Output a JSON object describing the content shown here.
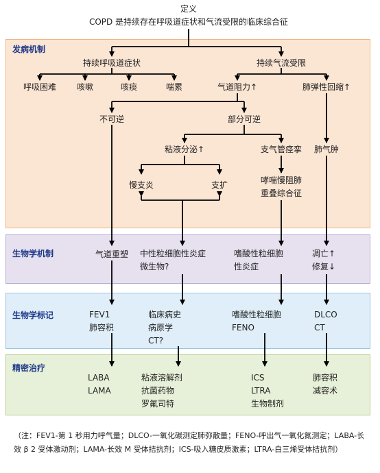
{
  "colors": {
    "mechanism_bg": "#fbe5d3",
    "mechanism_border": "#f2b482",
    "biochem_bg": "#e6e0ef",
    "biochem_border": "#b9aed3",
    "marker_bg": "#dfeef8",
    "marker_border": "#9cc3e2",
    "therapy_bg": "#e7f0d8",
    "therapy_border": "#b5cf8e",
    "label": "#1f3a8a"
  },
  "definition": {
    "title": "定义",
    "text": "COPD 是持续存在呼吸道症状和气流受限的临床综合征"
  },
  "sections": {
    "mechanism": "发病机制",
    "biochem": "生物学机制",
    "marker": "生物学标记",
    "therapy": "精密治疗"
  },
  "nodes": {
    "symptoms": "持续呼吸道症状",
    "airflow": "持续气流受限",
    "dyspnea": "呼吸困难",
    "cough": "咳嗽",
    "sputum": "咳痰",
    "wheeze": "喘累",
    "resistance": "气道阻力↑",
    "recoil": "肺弹性回缩↑",
    "irreversible": "不可逆",
    "partial": "部分可逆",
    "mucus": "粘液分泌↑",
    "spasm": "支气管痉挛",
    "emphysema": "肺气肿",
    "bronchitis": "慢支炎",
    "bronchiectasis": "支扩",
    "overlap": [
      "哮喘慢阻肺",
      "重叠综合征"
    ],
    "remodel": "气道重塑",
    "neutrophil": [
      "中性粒细胞性炎症",
      "微生物?"
    ],
    "eos_inflam": [
      "嗜酸性粒细胞",
      "性炎症"
    ],
    "apoptosis": [
      "凋亡↑",
      "修复↓"
    ],
    "marker_lung": [
      "FEV1",
      "肺容积"
    ],
    "marker_clinic": [
      "临床病史",
      "病原学",
      "CT?"
    ],
    "marker_eos": [
      "嗜酸性粒细胞",
      "FENO"
    ],
    "marker_dlco": [
      "DLCO",
      "CT"
    ],
    "therapy_bronch": [
      "LABA",
      "LAMA"
    ],
    "therapy_mucus": [
      "粘液溶解剂",
      "抗菌药物",
      "罗氟司特"
    ],
    "therapy_ics": [
      "ICS",
      "LTRA",
      "生物制剂"
    ],
    "therapy_volume": [
      "肺容积",
      "减容术"
    ]
  },
  "footnote": "（注：FEV1-第 1 秒用力呼气量；DLCO-一氧化碳测定肺弥散量；FENO-呼出气一氧化氮测定；LABA-长效 β 2 受体激动剂；LAMA-长效 M 受体拮抗剂；ICS-吸入糖皮质激素；LTRA-白三烯受体拮抗剂）"
}
